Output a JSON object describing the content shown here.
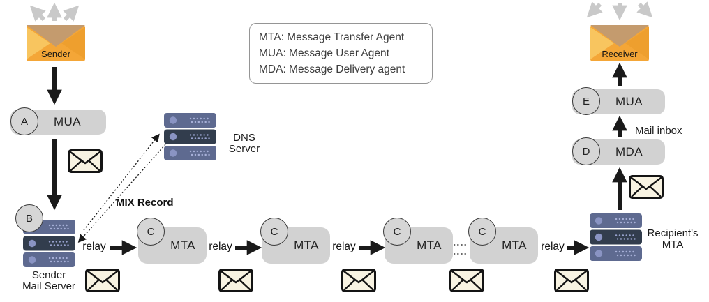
{
  "legend": {
    "lines": [
      "MTA: Message Transfer Agent",
      "MUA: Message User Agent",
      "MDA: Message Delivery agent"
    ]
  },
  "endpoints": {
    "sender": "Sender",
    "receiver": "Receiver"
  },
  "agents": {
    "mua_sender": {
      "badge": "A",
      "label": "MUA"
    },
    "mda": {
      "badge": "D",
      "label": "MDA"
    },
    "mua_receiver": {
      "badge": "E",
      "label": "MUA"
    }
  },
  "servers": {
    "sender_mail_server": {
      "badge": "B",
      "label_line1": "Sender",
      "label_line2": "Mail Server"
    },
    "dns_server": {
      "label_line1": "DNS",
      "label_line2": "Server"
    },
    "recipient_mta": {
      "label_line1": "Recipient's",
      "label_line2": "MTA"
    }
  },
  "mta_chain": [
    {
      "badge": "C",
      "label": "MTA"
    },
    {
      "badge": "C",
      "label": "MTA"
    },
    {
      "badge": "C",
      "label": "MTA"
    },
    {
      "badge": "C",
      "label": "MTA"
    }
  ],
  "labels": {
    "relay": "relay",
    "mix_record": "MIX Record",
    "mail_inbox": "Mail inbox"
  },
  "colors": {
    "envelope_body": "#F4A637",
    "envelope_left_flap": "#F8C55F",
    "envelope_right_flap": "#EE9F2E",
    "envelope_top_flap": "#C49B6E",
    "mail_icon_fill": "#F8F3E2",
    "node_gray": "#D2D2D2",
    "server_light": "#5E6A90",
    "server_dark": "#323D4D",
    "server_accent": "#8A94C3",
    "arrow_black": "#1A1A1A",
    "arrow_gray": "#C9C9C9"
  }
}
